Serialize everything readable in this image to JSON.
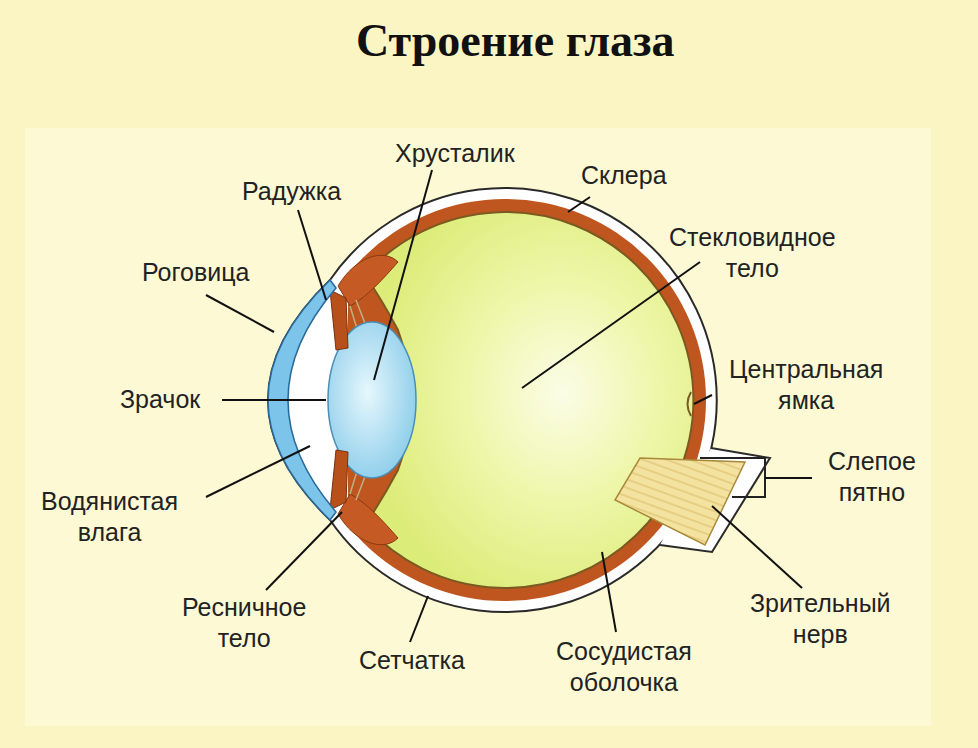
{
  "diagram": {
    "title": "Строение глаза",
    "labels": [
      "Хрусталик",
      "Радужка",
      "Склера",
      "Стекловидное тело",
      "Роговица",
      "Зрачок",
      "Центральная ямка",
      "Слепое пятно",
      "Водянистая влага",
      "Ресничное тело",
      "Сетчатка",
      "Сосудистая оболочка",
      "Зрительный нерв"
    ]
  }
}
